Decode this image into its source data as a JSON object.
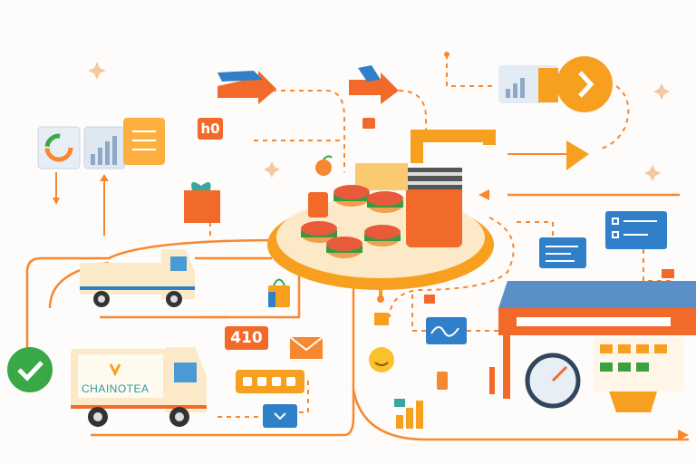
{
  "labels": {
    "badge_top": "h0",
    "badge_bottom": "410",
    "truck_brand": "CHAINOTEA"
  },
  "colors": {
    "accent": "#f7882f",
    "orange_dark": "#f26a2a",
    "blue": "#2f80c9",
    "green": "#39a846",
    "cream": "#fbe9c8"
  }
}
